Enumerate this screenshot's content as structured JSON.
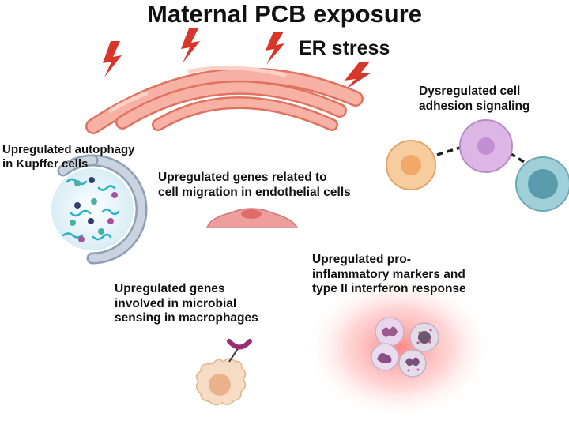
{
  "title": "Maternal PCB exposure",
  "er_label": "ER stress",
  "labels": {
    "adhesion": [
      "Dysregulated cell",
      "adhesion signaling"
    ],
    "autophagy": [
      "Upregulated autophagy",
      "in Kupffer cells"
    ],
    "endothelial": [
      "Upregulated genes related to",
      "cell migration in endothelial cells"
    ],
    "inflammatory": [
      "Upregulated pro-",
      "inflammatory markers and",
      "type II interferon response"
    ],
    "macrophage": [
      "Upregulated genes",
      "involved in microbial",
      "sensing in macrophages"
    ]
  },
  "colors": {
    "er_fill": "#f4a99c",
    "er_stroke": "#e0725f",
    "lightning": "#d8352b",
    "cell_orange": "#f7cc9f",
    "cell_purple": "#dcb7e6",
    "cell_teal": "#9fd0da",
    "endothelial": "#ee9e9c",
    "inflammation_glow": "#ff6f6f"
  },
  "icons": [
    "lightning-bolt-icon",
    "er-organelle-icon",
    "autophagosome-icon",
    "endothelial-cell-icon",
    "macrophage-icon",
    "neutrophil-icon",
    "adhesion-cell-icon"
  ]
}
